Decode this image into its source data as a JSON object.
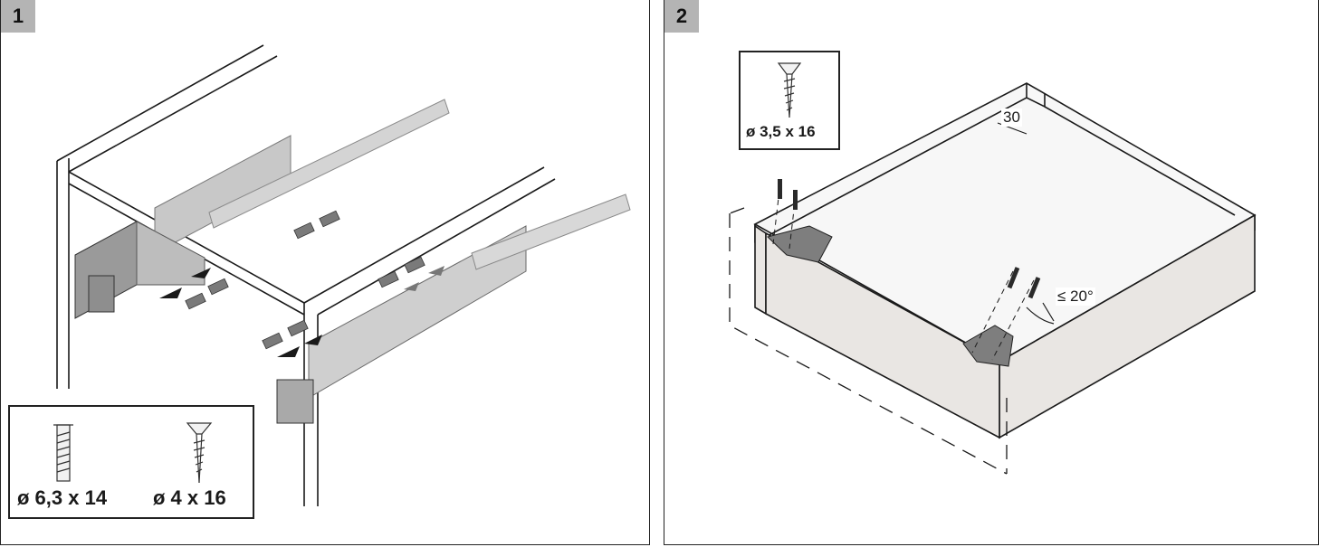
{
  "steps": {
    "step1": {
      "number": "1",
      "screws": [
        {
          "label": "ø 6,3 x 14",
          "icon": "euro-screw-icon"
        },
        {
          "label": "ø 4 x 16",
          "icon": "countersunk-screw-icon"
        }
      ]
    },
    "step2": {
      "number": "2",
      "screw": {
        "label": "ø 3,5 x 16",
        "icon": "countersunk-screw-icon"
      },
      "dimension_label": "30",
      "angle_label": "≤ 20°"
    }
  },
  "colors": {
    "line": "#1a1a1a",
    "badge": "#b4b4b4",
    "runner": "#c8c8c8",
    "runner_dark": "#8a8a8a",
    "drawer_front": "#e9e6e3"
  }
}
